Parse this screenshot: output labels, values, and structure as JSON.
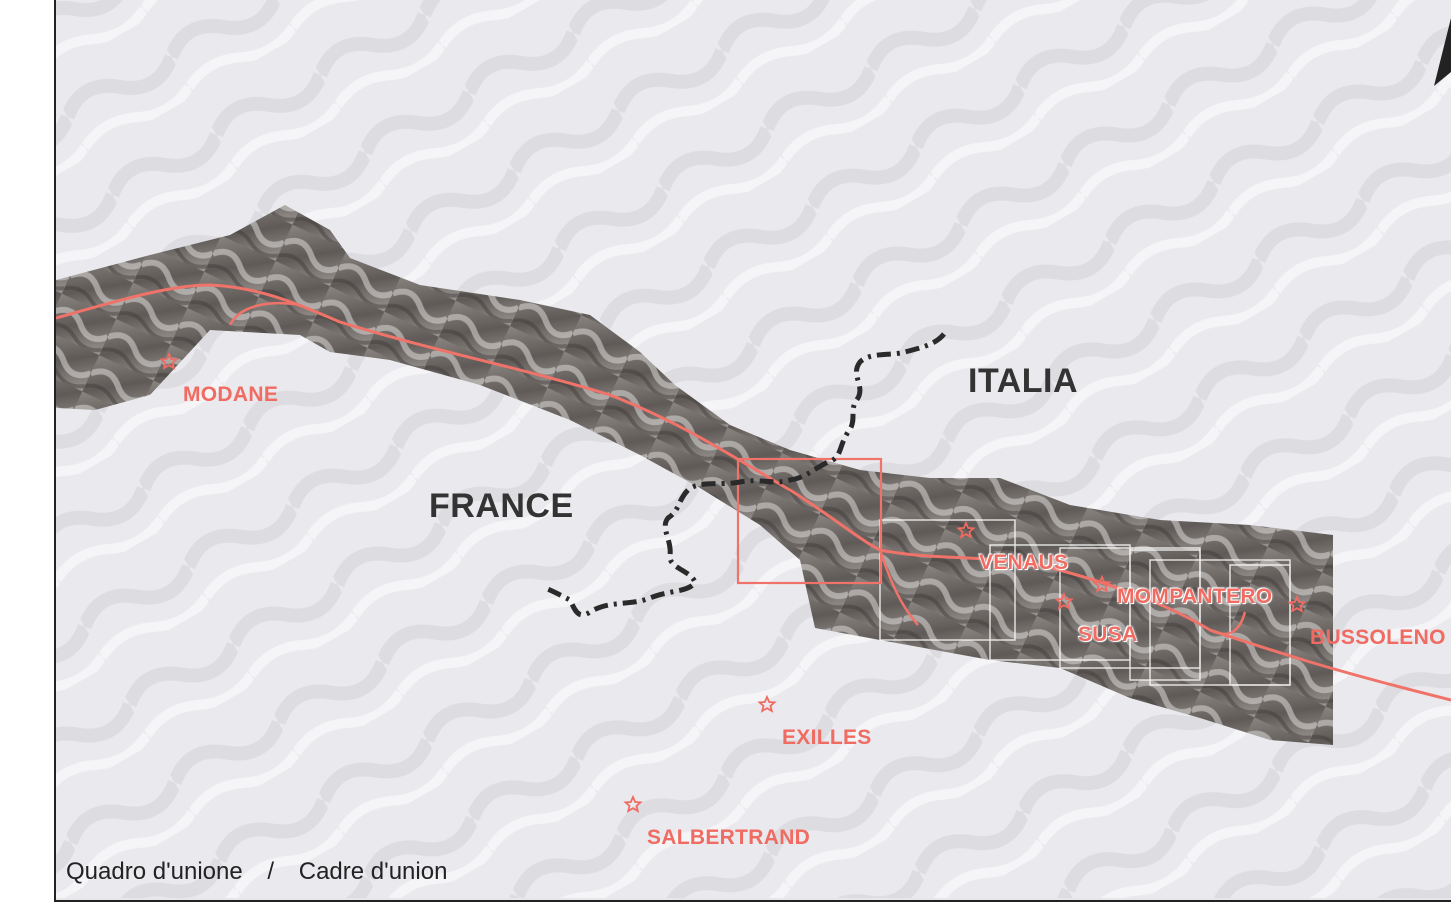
{
  "map": {
    "countries": {
      "france": "FRANCE",
      "italia": "ITALIA"
    },
    "towns": {
      "modane": "MODANE",
      "venaus": "VENAUS",
      "mompantero": "MOMPANTERO",
      "susa": "SUSA",
      "bussoleno": "BUSSOLENO",
      "exilles": "EXILLES",
      "salbertrand": "SALBERTRAND"
    },
    "legend": {
      "left": "Quadro d'unione",
      "separator": "/",
      "right": "Cadre d'union"
    },
    "colors": {
      "route": "#f0736a",
      "label": "#f06b62",
      "border": "#2a2a2a",
      "relief": "#6d6865"
    },
    "icons": [
      "star-icon",
      "north-arrow-icon"
    ]
  }
}
